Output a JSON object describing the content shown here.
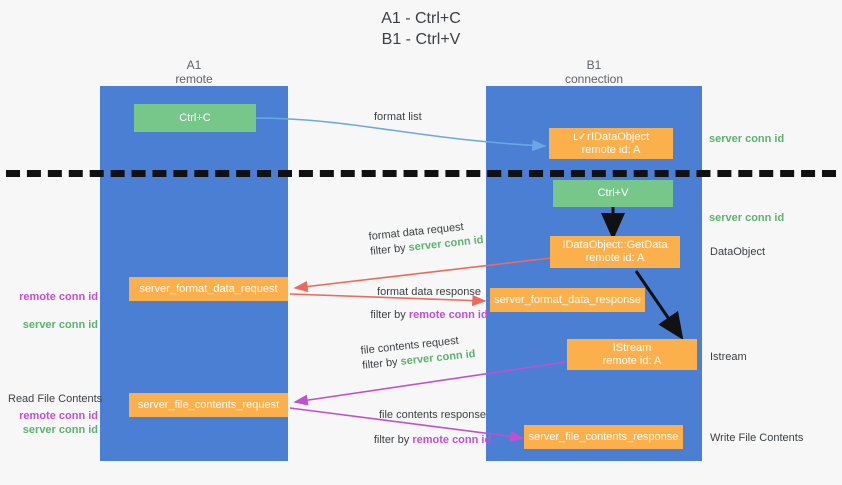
{
  "title": "A1 - Ctrl+C\nB1 - Ctrl+V",
  "lanes": [
    {
      "name": "A1",
      "sub": "remote",
      "header": "A1\nremote"
    },
    {
      "name": "B1",
      "sub": "connection",
      "header": "B1\nconnection"
    }
  ],
  "colors": {
    "lane": "#4a7fd4",
    "green_box": "#77c78a",
    "orange_box": "#fbb04c",
    "server_conn_id": "#5cb270",
    "remote_conn_id": "#c050d0",
    "red_arrow": "#ea6b5c",
    "magenta_arrow": "#c050d0",
    "blue_arrow": "#6aa9e0",
    "black_arrow": "#111111",
    "background": "#f7f7f7"
  },
  "boxes": {
    "ctrl_c": "Ctrl+C",
    "ctrl_v": "Ctrl+V",
    "idataobject": "ւ✓гIDataObject\nremote id: A",
    "getdata": "IDataObject::GetData\nremote id: A",
    "istream": "IStream\nremote id: A",
    "server_format_data_request": "server_format_data_request",
    "server_format_data_response": "server_format_data_response",
    "server_file_contents_request": "server_file_contents_request",
    "server_file_contents_response": "server_file_contents_response"
  },
  "arrow_labels": {
    "format_list": "format list",
    "format_data_request": {
      "line1": "format data request",
      "line2_prefix": "filter by ",
      "line2_value": "server conn id"
    },
    "format_data_response": {
      "line1": "format data response",
      "line2_prefix": "filter by ",
      "line2_value": "remote conn id"
    },
    "file_contents_request": {
      "line1": "file contents request",
      "line2_prefix": "filter by ",
      "line2_value": "server conn id"
    },
    "file_contents_response": {
      "line1": "file contents response",
      "line2_prefix": "filter by ",
      "line2_value": "remote conn id"
    }
  },
  "right_labels": {
    "server_conn_id_top": "server conn id",
    "server_conn_id_mid": "server conn id",
    "dataobject": "DataObject",
    "istream": "Istream",
    "write_file_contents": "Write File Contents"
  },
  "left_labels": {
    "conn_ids_mid": "remote conn id\nserver conn id",
    "read_file_contents": "Read File Contents",
    "conn_ids_bottom": "remote conn id\nserver conn id"
  }
}
